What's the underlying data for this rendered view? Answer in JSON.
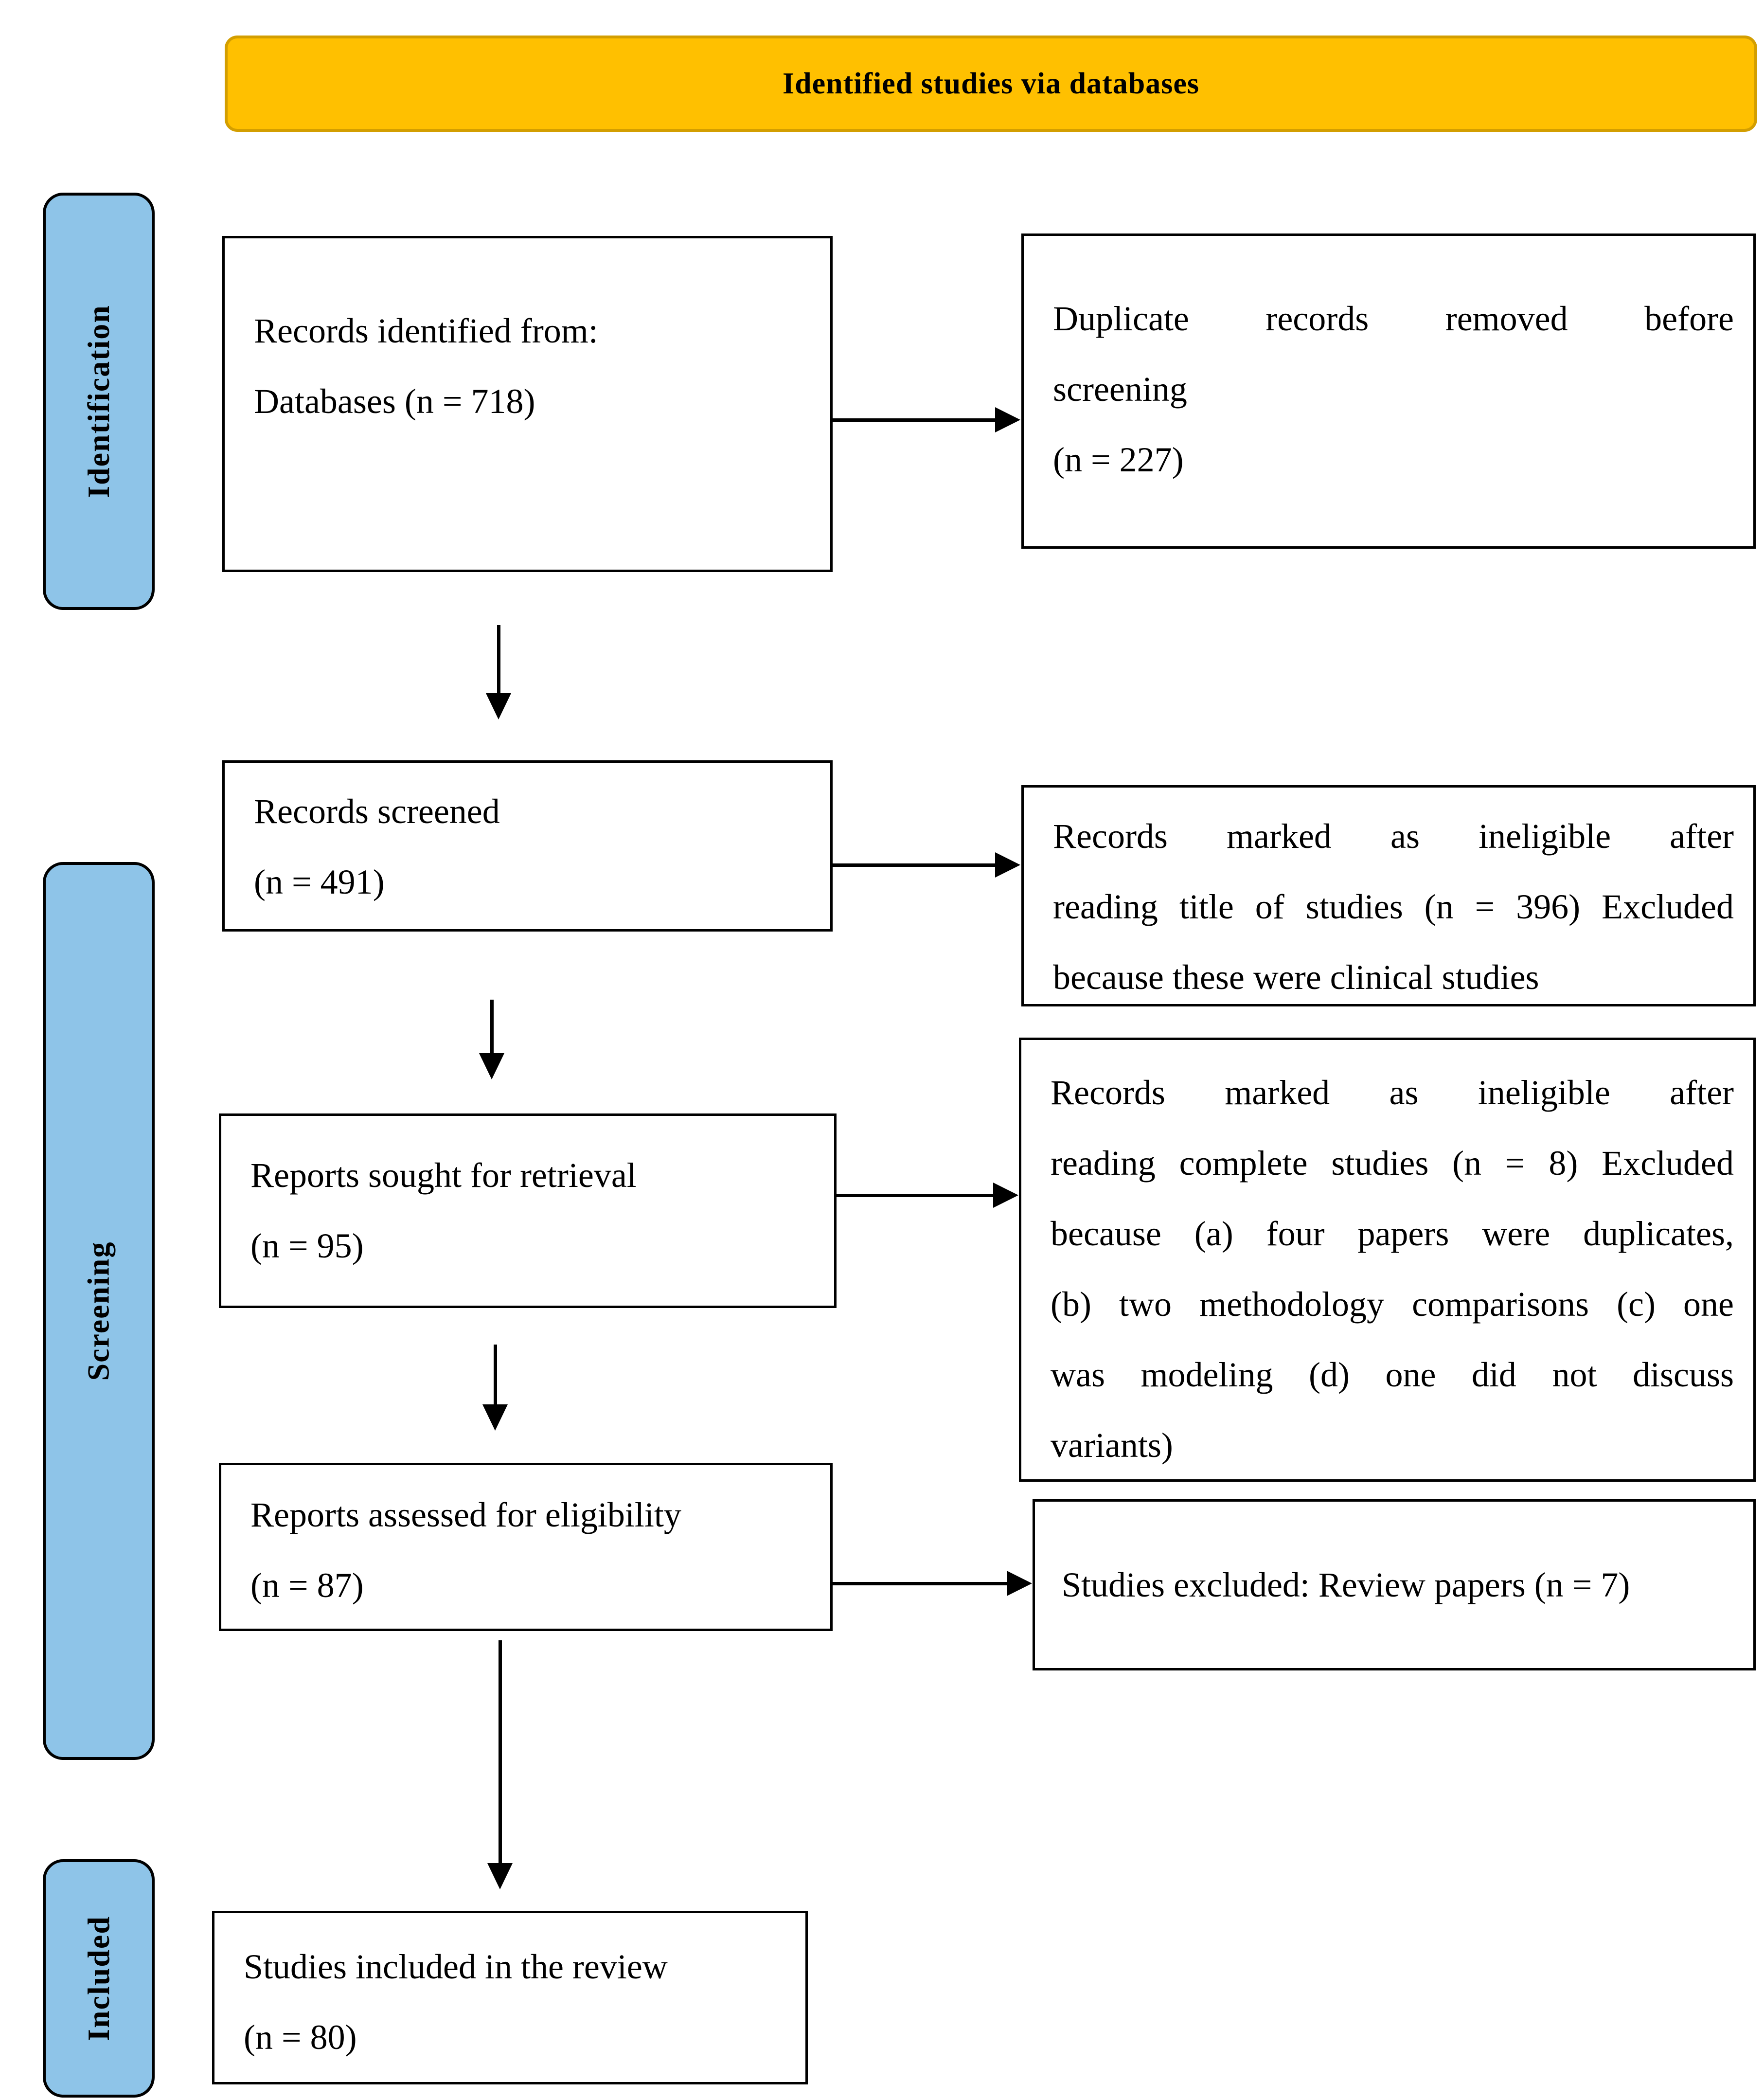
{
  "banner": {
    "label": "Identified studies via databases"
  },
  "stages": [
    {
      "label": "Identification"
    },
    {
      "label": "Screening"
    },
    {
      "label": "Included"
    }
  ],
  "flow_boxes": [
    {
      "lines": [
        "Records identified from:",
        "Databases (n = 718)"
      ]
    },
    {
      "lines": [
        "Records screened",
        "(n = 491)"
      ]
    },
    {
      "lines": [
        "Reports sought for retrieval",
        "(n = 95)"
      ]
    },
    {
      "lines": [
        "Reports assessed for eligibility",
        "(n = 87)"
      ]
    },
    {
      "lines": [
        "Studies included in the review",
        "(n = 80)"
      ]
    }
  ],
  "side_boxes": [
    {
      "lines": [
        "Duplicate records removed before",
        "screening",
        "(n = 227)"
      ]
    },
    {
      "lines": [
        "Records marked as ineligible after",
        "reading title of studies (n = 396) Excluded",
        "because these were clinical studies"
      ]
    },
    {
      "lines": [
        "Records marked as ineligible after",
        "reading complete studies (n = 8) Excluded",
        "because (a) four papers were duplicates,",
        "(b) two methodology comparisons (c) one",
        "was modeling (d) one did not discuss",
        "variants)"
      ]
    },
    {
      "lines": [
        "Studies excluded: Review papers (n = 7)"
      ]
    }
  ],
  "colors": {
    "banner_bg": "#FFC000",
    "banner_border": "#D39E00",
    "stage_bg": "#8EC4E8",
    "line_color": "#000000"
  }
}
